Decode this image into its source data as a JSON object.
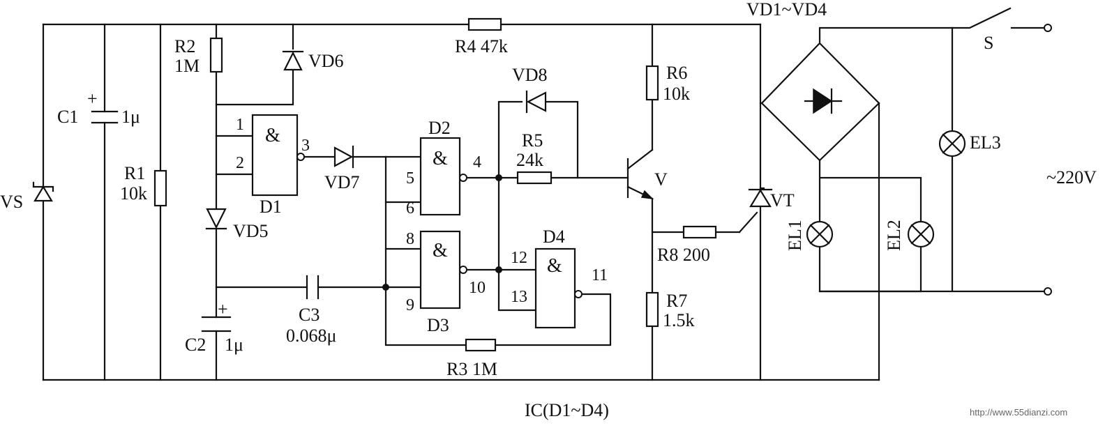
{
  "labels": {
    "vs": "VS",
    "c1": "C1",
    "c1_val": "1μ",
    "c1_pol": "+",
    "r1": "R1",
    "r1_val": "10k",
    "r2": "R2",
    "r2_val": "1M",
    "vd6": "VD6",
    "vd5": "VD5",
    "vd7": "VD7",
    "vd8": "VD8",
    "c2": "C2",
    "c2_val": "1μ",
    "c2_pol": "+",
    "c3": "C3",
    "c3_val": "0.068μ",
    "d1": "D1",
    "d2": "D2",
    "d3": "D3",
    "d4": "D4",
    "gate_sym": "&",
    "r3": "R3  1M",
    "r4": "R4 47k",
    "r5": "R5",
    "r5_val": "24k",
    "r6": "R6",
    "r6_val": "10k",
    "r7": "R7",
    "r7_val": "1.5k",
    "r8": "R8 200",
    "v": "V",
    "vt": "VT",
    "bridge": "VD1~VD4",
    "s": "S",
    "el1": "EL1",
    "el2": "EL2",
    "el3": "EL3",
    "mains": "~220V",
    "ic": "IC(D1~D4)",
    "watermark": "http://www.55dianzi.com"
  },
  "pins": {
    "p1": "1",
    "p2": "2",
    "p3": "3",
    "p4": "4",
    "p5": "5",
    "p6": "6",
    "p8": "8",
    "p9": "9",
    "p10": "10",
    "p11": "11",
    "p12": "12",
    "p13": "13"
  }
}
